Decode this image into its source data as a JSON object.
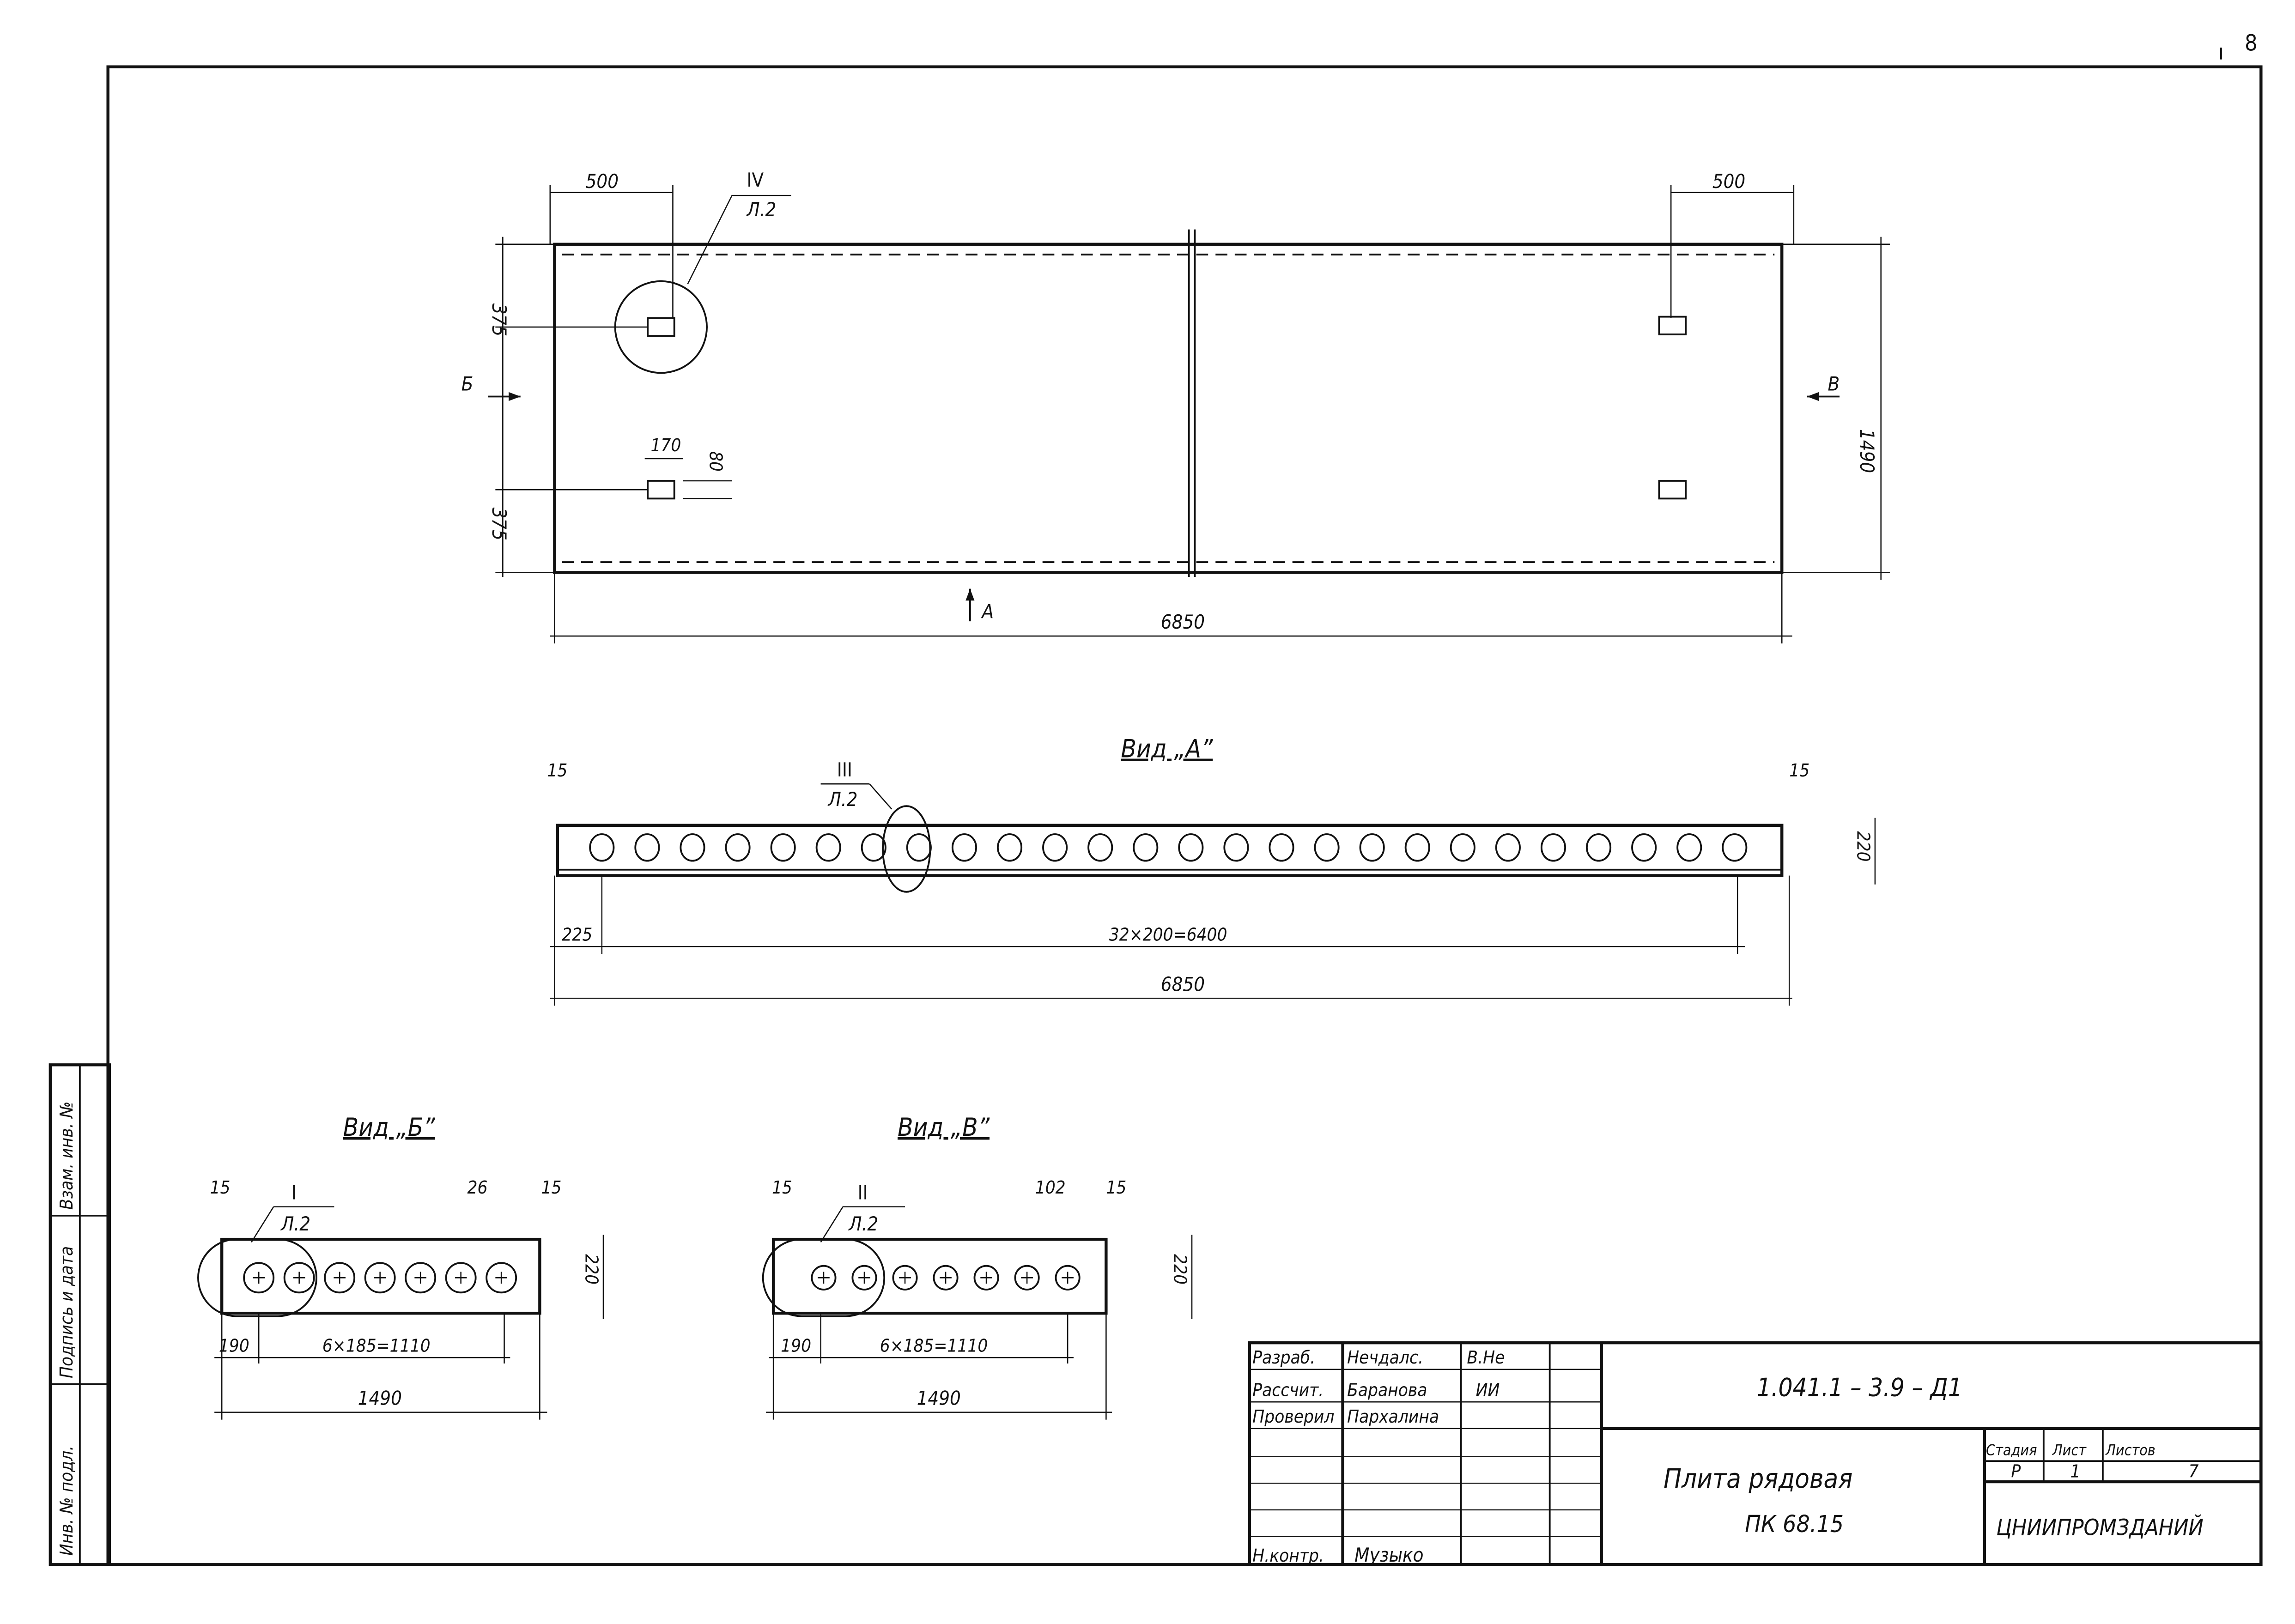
{
  "sheet_number": "8",
  "plan": {
    "dim_left_500": "500",
    "dim_right_500": "500",
    "dim_375_top": "375",
    "dim_375_bottom": "375",
    "dim_width": "1490",
    "dim_length": "6850",
    "dim_170": "170",
    "dim_80": "80",
    "callout_num": "IV",
    "callout_sheet": "Л.2",
    "view_b_arrow": "Б",
    "view_v_arrow": "В",
    "view_a_arrow": "А"
  },
  "view_a": {
    "title": "Вид „А”",
    "dim_15_left": "15",
    "dim_15_right": "15",
    "dim_220": "220",
    "dim_225": "225",
    "dim_holes": "32×200=6400",
    "dim_length": "6850",
    "callout_num": "III",
    "callout_sheet": "Л.2",
    "hole_count": 26
  },
  "view_b": {
    "title": "Вид „Б”",
    "dim_15_left": "15",
    "dim_15_right": "15",
    "dim_26": "26",
    "dim_220": "220",
    "dim_190": "190",
    "dim_holes": "6×185=1110",
    "dim_width": "1490",
    "callout_num": "I",
    "callout_sheet": "Л.2",
    "hole_count": 7
  },
  "view_v": {
    "title": "Вид „В”",
    "dim_15_left": "15",
    "dim_15_right": "15",
    "dim_102": "102",
    "dim_220": "220",
    "dim_190": "190",
    "dim_holes": "6×185=1110",
    "dim_width": "1490",
    "callout_num": "II",
    "callout_sheet": "Л.2",
    "hole_count": 7
  },
  "side_stamp": {
    "inv_no": "Инв. № подл.",
    "signature_date": "Подпись и дата",
    "replaces_inv": "Взам. инв. №"
  },
  "title_block": {
    "roles": [
      {
        "role": "Разраб.",
        "name": "Нечдалс.",
        "sign": "В.Не"
      },
      {
        "role": "Рассчит.",
        "name": "Баранова",
        "sign": "ИИ"
      },
      {
        "role": "Проверил",
        "name": "Пархалина",
        "sign": ""
      },
      {
        "role": "Н.контр.",
        "name": "Музыко",
        "sign": ""
      }
    ],
    "doc_code": "1.041.1 – 3.9 – Д1",
    "title_line1": "Плита рядовая",
    "title_line2": "ПК 68.15",
    "stage_label": "Стадия",
    "sheet_label": "Лист",
    "sheets_label": "Листов",
    "stage": "Р",
    "sheet": "1",
    "sheets": "7",
    "organization": "ЦНИИПРОМЗДАНИЙ"
  }
}
